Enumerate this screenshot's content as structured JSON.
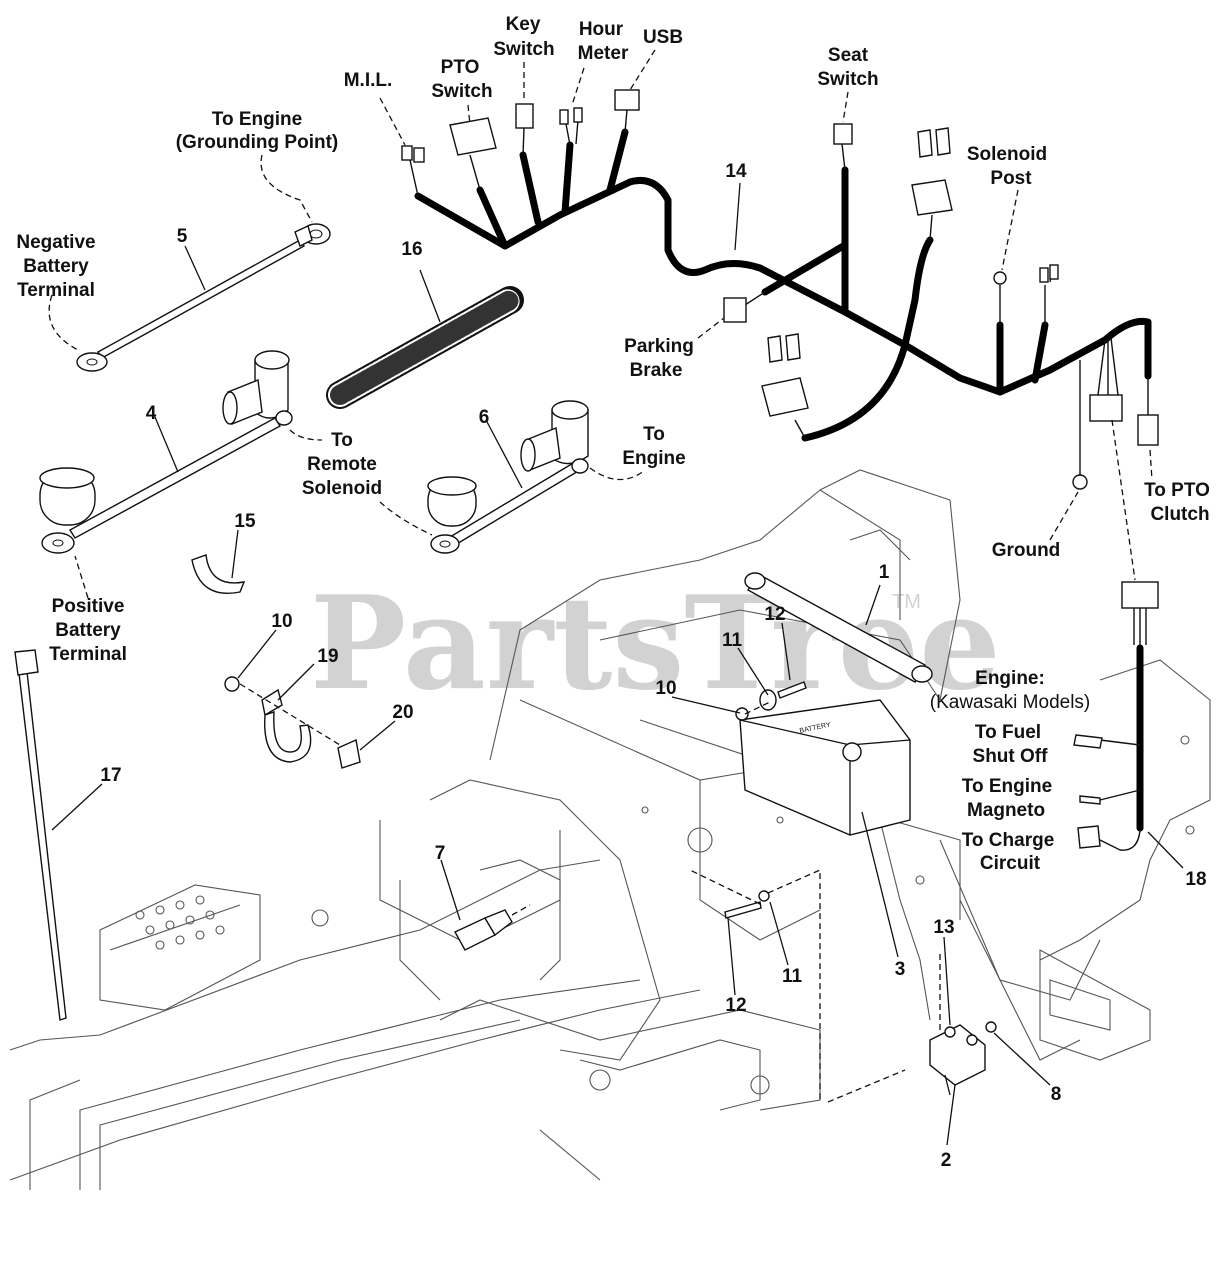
{
  "watermark": {
    "text": "PartsTree",
    "tm": "TM"
  },
  "labels": {
    "mil": "M.I.L.",
    "pto_switch_1": "PTO",
    "pto_switch_2": "Switch",
    "key_switch_1": "Key",
    "key_switch_2": "Switch",
    "hour_meter_1": "Hour",
    "hour_meter_2": "Meter",
    "usb": "USB",
    "seat_switch_1": "Seat",
    "seat_switch_2": "Switch",
    "solenoid_post_1": "Solenoid",
    "solenoid_post_2": "Post",
    "to_engine_gp_1": "To Engine",
    "to_engine_gp_2": "(Grounding Point)",
    "neg_batt_1": "Negative",
    "neg_batt_2": "Battery",
    "neg_batt_3": "Terminal",
    "to_remote_1": "To",
    "to_remote_2": "Remote",
    "to_remote_3": "Solenoid",
    "to_engine_1": "To",
    "to_engine_2": "Engine",
    "parking_brake_1": "Parking",
    "parking_brake_2": "Brake",
    "to_pto_clutch_1": "To PTO",
    "to_pto_clutch_2": "Clutch",
    "ground": "Ground",
    "pos_batt_1": "Positive",
    "pos_batt_2": "Battery",
    "pos_batt_3": "Terminal",
    "engine_heading": "Engine:",
    "engine_models": "(Kawasaki Models)",
    "fuel_1": "To Fuel",
    "fuel_2": "Shut Off",
    "magneto_1": "To Engine",
    "magneto_2": "Magneto",
    "charge_1": "To Charge",
    "charge_2": "Circuit"
  },
  "callouts": {
    "c1": "1",
    "c2": "2",
    "c3": "3",
    "c4": "4",
    "c5": "5",
    "c6": "6",
    "c7": "7",
    "c8": "8",
    "c10a": "10",
    "c10b": "10",
    "c11a": "11",
    "c11b": "11",
    "c12a": "12",
    "c12b": "12",
    "c13": "13",
    "c14": "14",
    "c15": "15",
    "c16": "16",
    "c17": "17",
    "c18": "18",
    "c19": "19",
    "c20": "20"
  }
}
